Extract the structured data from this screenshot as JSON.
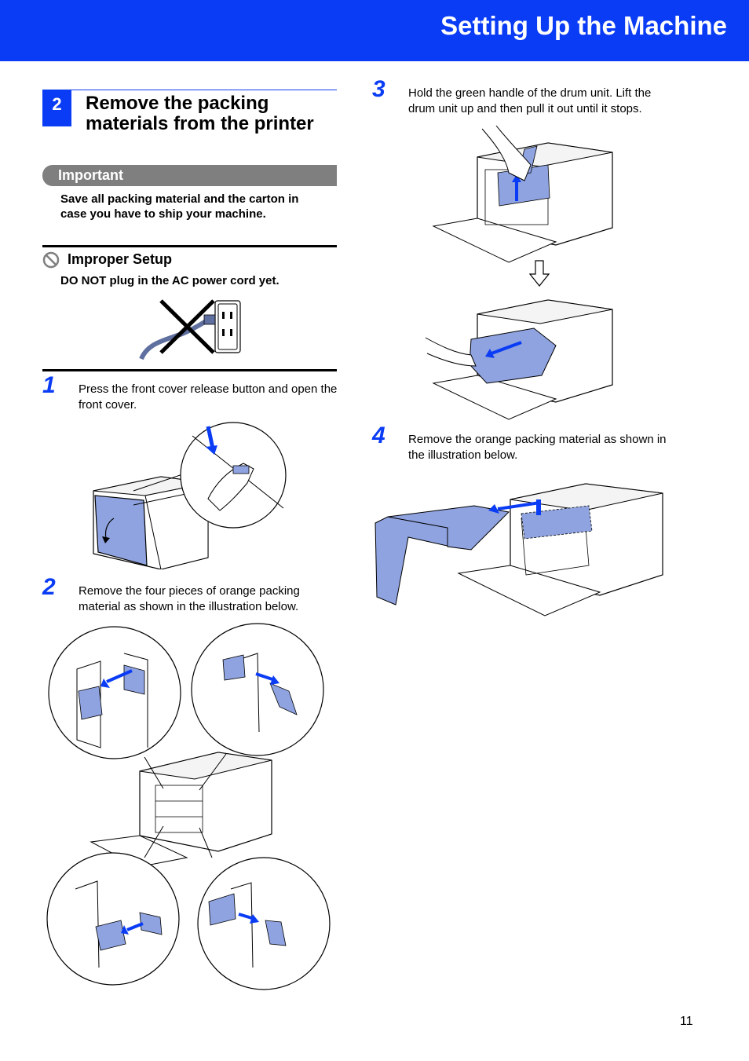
{
  "header": {
    "title": "Setting Up the Machine"
  },
  "section": {
    "number": "2",
    "title": "Remove the packing materials from the printer"
  },
  "important": {
    "label": "Important",
    "text": "Save all packing material and the carton in case you have to ship your machine."
  },
  "improper": {
    "title": "Improper Setup",
    "text": "DO NOT plug in the AC power cord yet."
  },
  "steps": [
    {
      "num": "1",
      "text": "Press the front cover release button and open the front cover."
    },
    {
      "num": "2",
      "text": "Remove the four pieces of orange packing material as shown in the illustration below."
    },
    {
      "num": "3",
      "text": "Hold the green handle of the drum unit. Lift the drum unit up and then pull it out until it stops."
    },
    {
      "num": "4",
      "text": "Remove the orange packing material as shown in the illustration below."
    }
  ],
  "page_number": "11",
  "colors": {
    "brand_blue": "#0a3cf5",
    "accent_fill": "#8fa3e0",
    "important_gray": "#7f7f7f"
  },
  "icons": [
    "prohibited-icon",
    "down-arrow-icon"
  ]
}
